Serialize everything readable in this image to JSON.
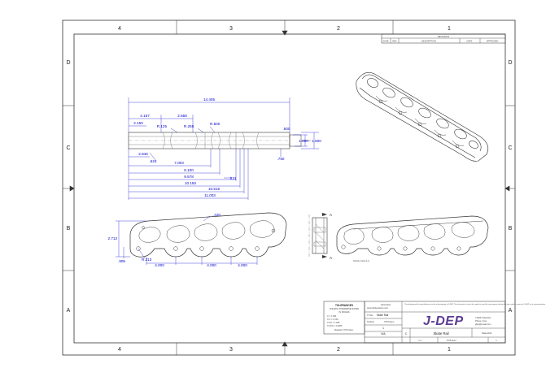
{
  "sheet": {
    "zones_top": [
      "4",
      "3",
      "2",
      "1"
    ],
    "zones_bottom": [
      "4",
      "3",
      "2",
      "1"
    ],
    "zones_left": [
      "D",
      "C",
      "B",
      "A"
    ],
    "zones_right": [
      "D",
      "C",
      "B",
      "A"
    ]
  },
  "revision_block": {
    "title": "REVISIONS",
    "headers": [
      "ZONE",
      "REV",
      "DESCRIPTION",
      "DATE",
      "APPROVED"
    ]
  },
  "top_view": {
    "dims_horizontal": [
      "14.405",
      "4.157",
      "2.558",
      "2.150",
      "R.125",
      "R.265",
      "R.500",
      "2.846",
      ".624",
      "7.003",
      "8.100",
      "9.578",
      ".531",
      "10.150",
      "10.515",
      "11.003"
    ],
    "dims_right": [
      ".500",
      "1.000",
      "1.500",
      ".750"
    ]
  },
  "side_view": {
    "dims": [
      "2.712",
      ".905",
      "R.313",
      "4.000",
      "4.000",
      "4.000",
      ".420"
    ]
  },
  "section": {
    "label_top": "A",
    "label_bottom": "A"
  },
  "section_view_caption": "Section View A-A",
  "title_block": {
    "tolerances_title": "TOLERANCES",
    "tolerances_sub": "UNLESS OTHERWISE NOTED",
    "tolerances_unit": "IN INCHES",
    "tolerances_lines": [
      "X = ±.030",
      "X.X = ±.010",
      "X.XX = ±.005",
      "X.XXX = ±.0005"
    ],
    "material_label": "Material: 7075 Alum.",
    "proprietary": "This drawing and its specifications are the sole property of J-DEP. This document is not to be copied or used for any purpose without the prior written consent of J-DEP or its representatives.",
    "logo": "J-DEP",
    "company_lines": [
      "J-DEP Industries",
      "Phone / Fax",
      "jdep@email.com"
    ],
    "web": "www.thebeststore.com",
    "drawn_by": "JohnCarter",
    "title_label": "TITLE",
    "title": "Skate Rail",
    "scale_label": "SCALE",
    "scale": "1:1",
    "size": "C",
    "dwg_no": "Skate-Rail",
    "n_a": "N/A",
    "material": "7075 Alum.",
    "rev": "1",
    "sheet": "1"
  }
}
